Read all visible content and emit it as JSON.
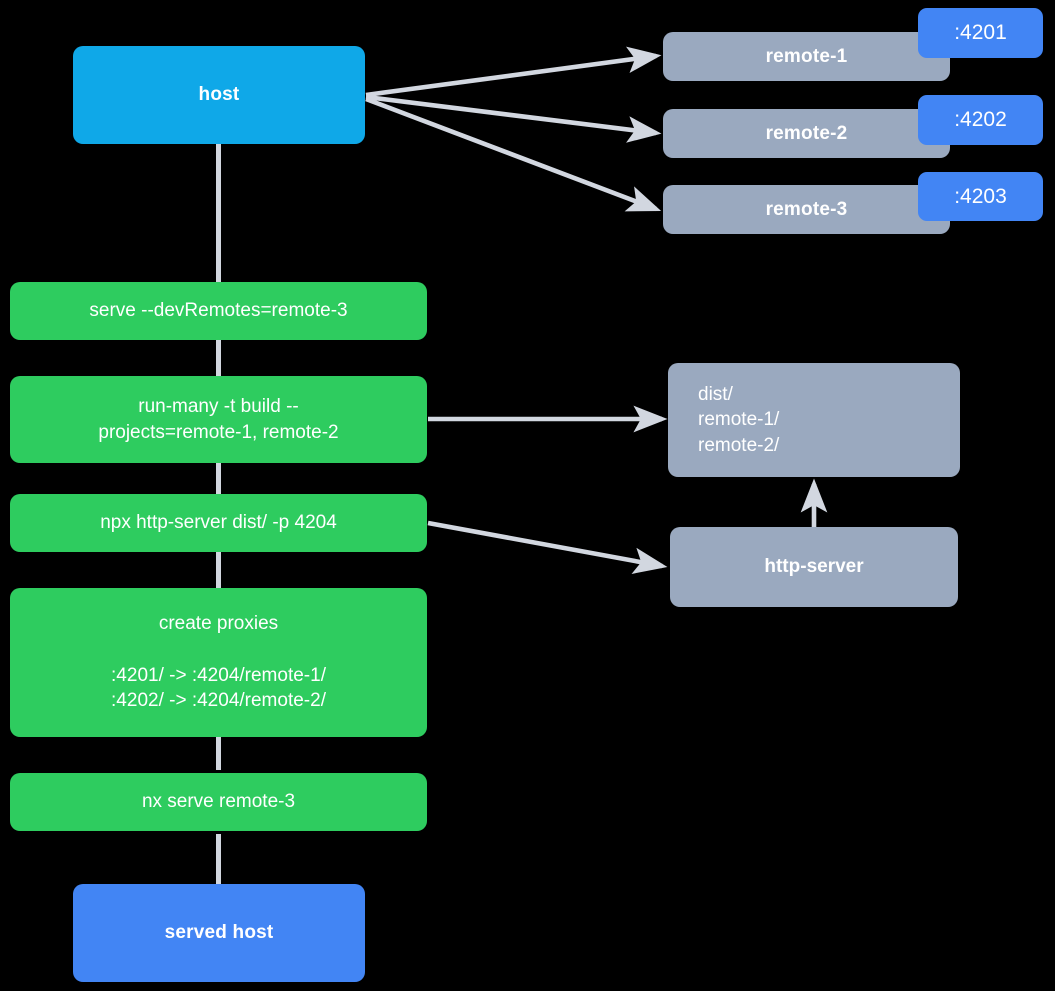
{
  "diagram": {
    "title": "Nx module federation host and remotes serve flow",
    "background_color": "#000000",
    "colors": {
      "host": "#0fa8e8",
      "served_host": "#4285f4",
      "remote": "#9aa9bf",
      "command": "#2ecc5f",
      "badge": "#4285f4",
      "edge": "#d2d7e0",
      "text": "#ffffff"
    }
  },
  "nodes": {
    "host": {
      "label": "host"
    },
    "remote_1": {
      "label": "remote-1",
      "port": ":4201"
    },
    "remote_2": {
      "label": "remote-2",
      "port": ":4202"
    },
    "remote_3": {
      "label": "remote-3",
      "port": ":4203"
    },
    "cmd_serve": {
      "label": "serve --devRemotes=remote-3"
    },
    "cmd_run_many": {
      "label": "run-many -t build --\nprojects=remote-1, remote-2"
    },
    "cmd_http_server": {
      "label": "npx http-server dist/ -p 4204"
    },
    "cmd_create_proxies": {
      "label": "create proxies\n\n:4201/ -> :4204/remote-1/\n:4202/ -> :4204/remote-2/"
    },
    "cmd_nx_serve": {
      "label": "nx serve remote-3"
    },
    "served_host": {
      "label": "served host"
    },
    "dist": {
      "label": "dist/\n     remote-1/\n     remote-2/"
    },
    "http_server": {
      "label": "http-server"
    }
  },
  "edges": [
    {
      "from": "host",
      "to": "remote_1",
      "arrow": "to"
    },
    {
      "from": "host",
      "to": "remote_2",
      "arrow": "to"
    },
    {
      "from": "host",
      "to": "remote_3",
      "arrow": "to"
    },
    {
      "from": "host",
      "to": "cmd_serve",
      "arrow": "none"
    },
    {
      "from": "cmd_serve",
      "to": "cmd_run_many",
      "arrow": "none"
    },
    {
      "from": "cmd_run_many",
      "to": "dist",
      "arrow": "to"
    },
    {
      "from": "cmd_run_many",
      "to": "cmd_http_server",
      "arrow": "none"
    },
    {
      "from": "cmd_http_server",
      "to": "http_server",
      "arrow": "to"
    },
    {
      "from": "cmd_http_server",
      "to": "cmd_create_proxies",
      "arrow": "none"
    },
    {
      "from": "http_server",
      "to": "dist",
      "arrow": "to"
    },
    {
      "from": "cmd_create_proxies",
      "to": "cmd_nx_serve",
      "arrow": "none"
    },
    {
      "from": "cmd_nx_serve",
      "to": "served_host",
      "arrow": "none"
    }
  ]
}
